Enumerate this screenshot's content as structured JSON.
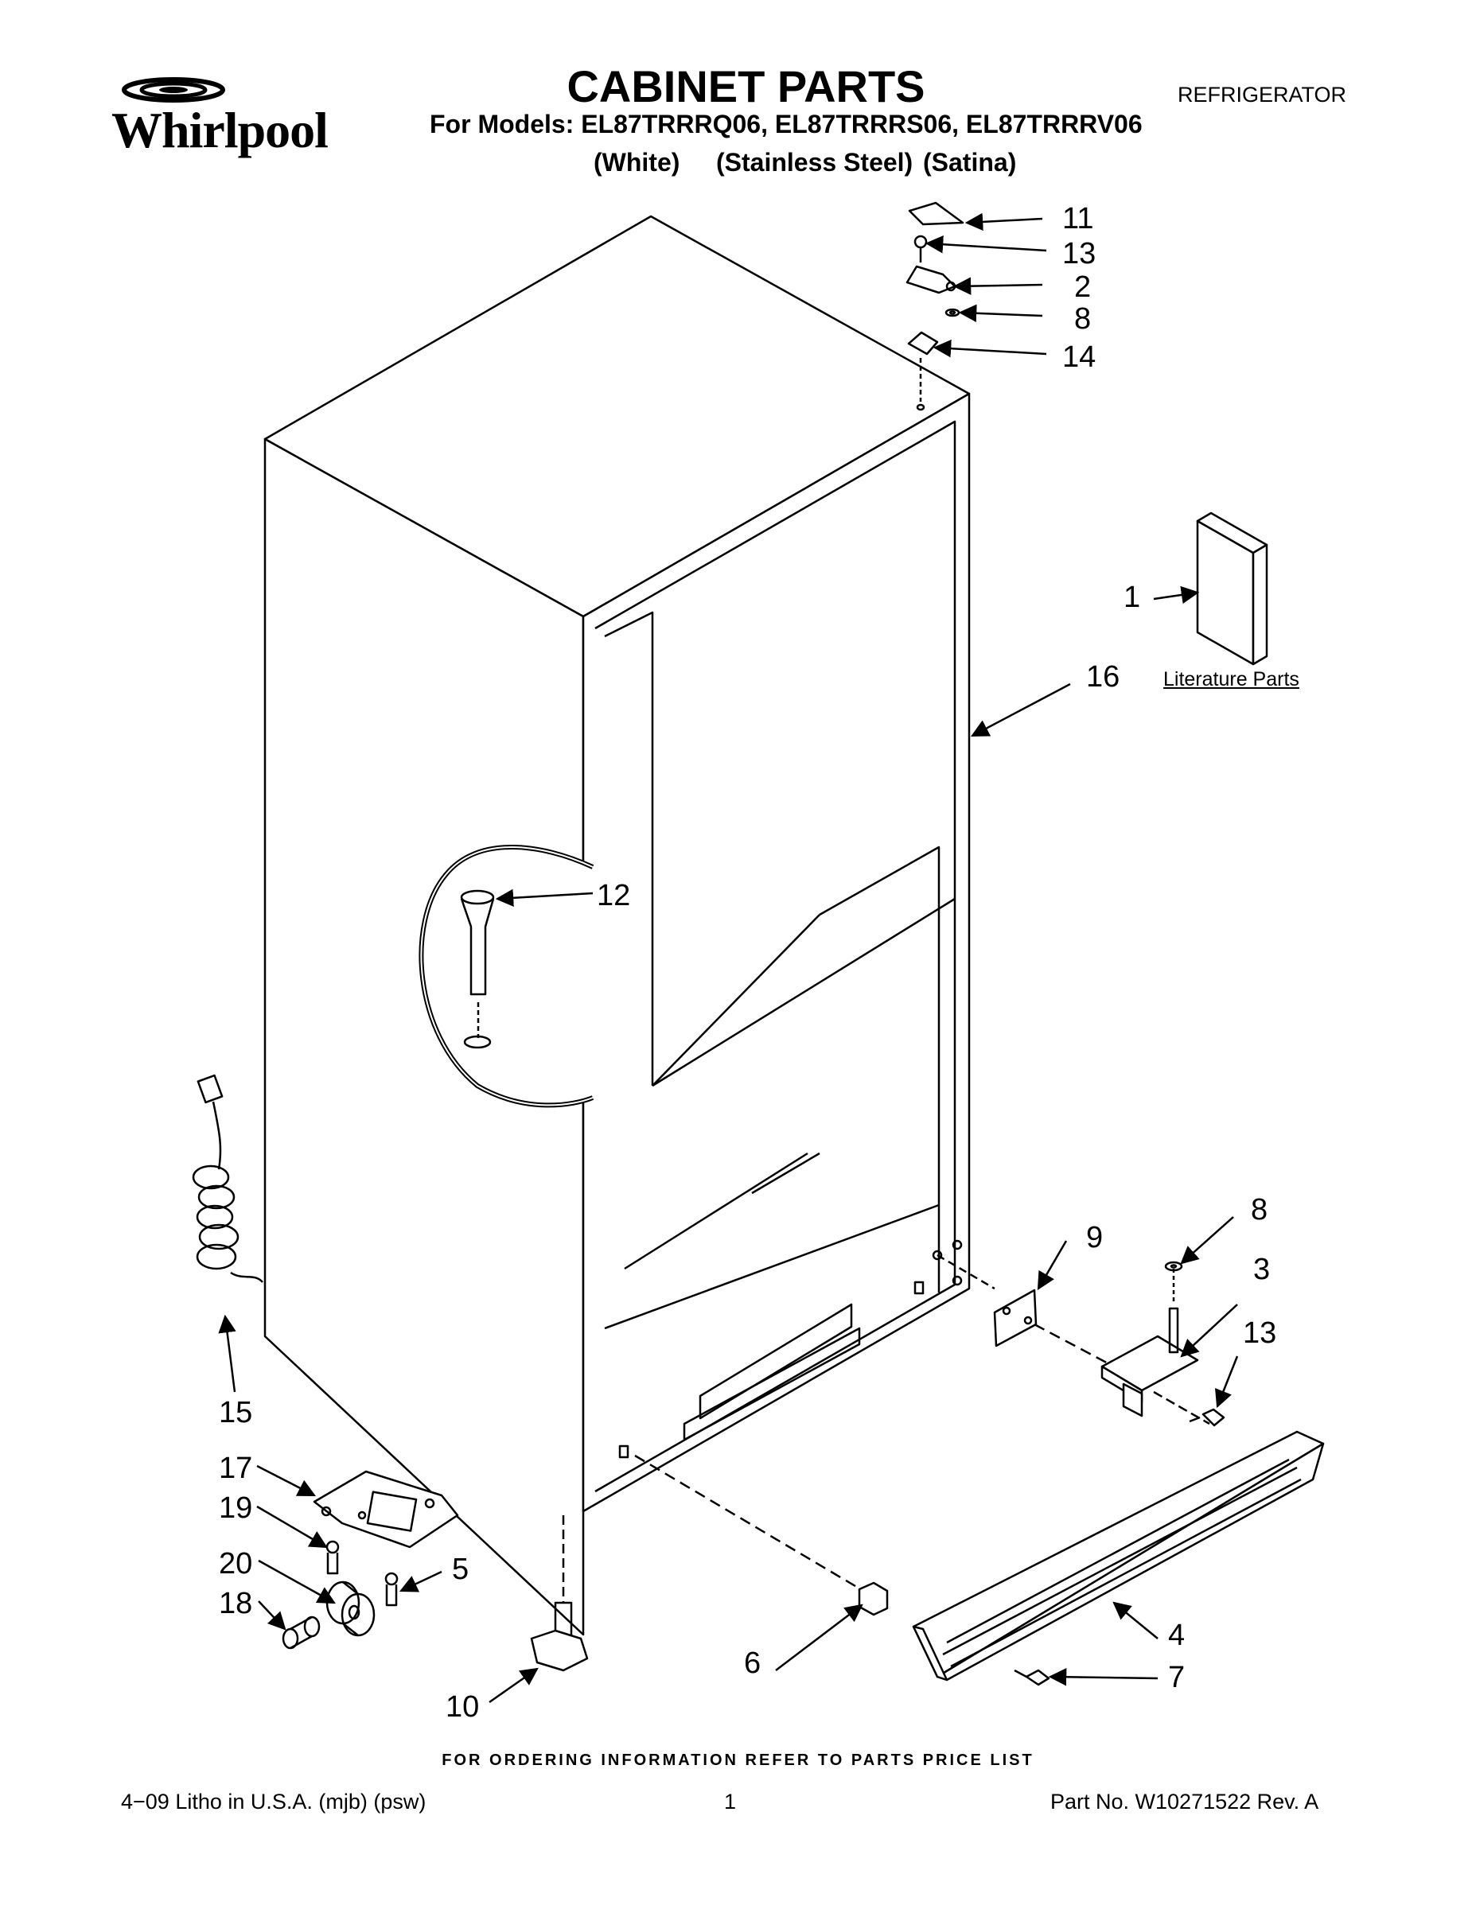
{
  "header": {
    "brand": "Whirlpool",
    "title": "CABINET PARTS",
    "category": "REFRIGERATOR",
    "models_line": "For Models: EL87TRRRQ06, EL87TRRRS06, EL87TRRRV06",
    "variants": [
      "(White)",
      "(Stainless Steel)",
      "(Satina)"
    ]
  },
  "diagram": {
    "literature_label": "Literature Parts",
    "callouts": [
      "1",
      "2",
      "3",
      "4",
      "5",
      "6",
      "7",
      "8",
      "8",
      "9",
      "10",
      "11",
      "12",
      "13",
      "13",
      "14",
      "15",
      "16",
      "17",
      "18",
      "19",
      "20"
    ]
  },
  "footer": {
    "order_note": "FOR ORDERING INFORMATION REFER TO PARTS PRICE LIST",
    "litho": "4−09 Litho in U.S.A. (mjb) (psw)",
    "page": "1",
    "part_no": "Part No. W10271522 Rev. A"
  }
}
